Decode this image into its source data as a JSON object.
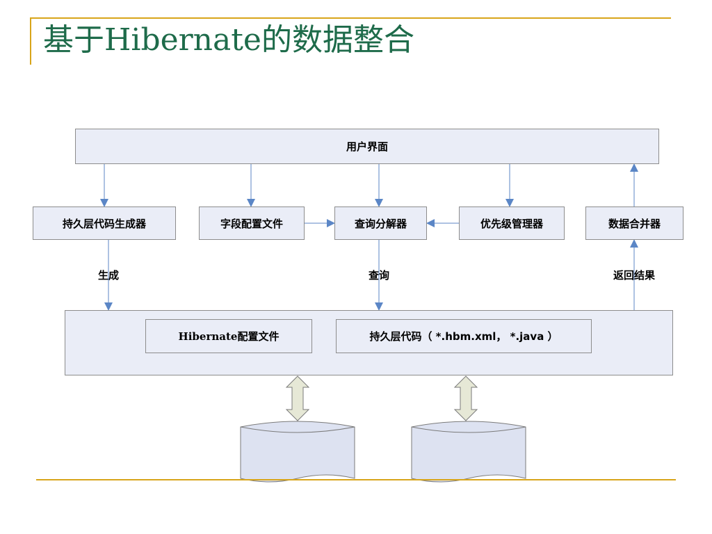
{
  "slide": {
    "title": "基于Hibernate的数据整合"
  },
  "diagram": {
    "nodes": {
      "ui": "用户界面",
      "persist_gen": "持久层代码生成器",
      "field_config": "字段配置文件",
      "query_parser": "查询分解器",
      "priority_mgr": "优先级管理器",
      "data_merger": "数据合并器",
      "hibernate_config": "Hibernate配置文件",
      "persist_code": "持久层代码（ *.hbm.xml， *.java ）"
    },
    "edge_labels": {
      "generate": "生成",
      "query": "查询",
      "return_result": "返回结果"
    },
    "databases": [
      {
        "id": "db-1"
      },
      {
        "id": "db-2"
      }
    ]
  },
  "colors": {
    "title": "#1e6b4a",
    "accent_rule": "#d8a51a",
    "box_fill": "#eaedf7",
    "box_border": "#8c8c8c",
    "arrow": "#5b86c6",
    "cylinder_fill": "#dde2f1",
    "double_arrow_fill": "#e6e8d6"
  }
}
